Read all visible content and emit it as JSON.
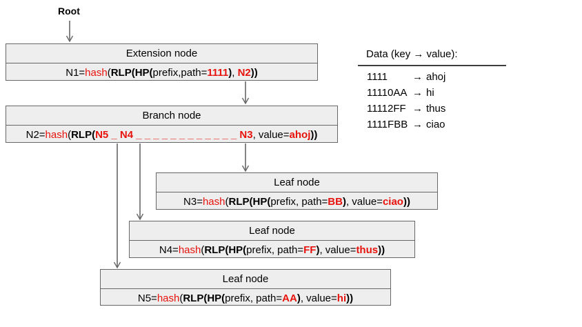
{
  "colors": {
    "red": "#e8120c",
    "box_fill": "#eeeeee",
    "box_border": "#666666",
    "arrow": "#666666"
  },
  "root_label": "Root",
  "nodes": {
    "extension": {
      "title": "Extension node",
      "formula": [
        {
          "t": "N1="
        },
        {
          "t": "hash",
          "red": true
        },
        {
          "t": "("
        },
        {
          "t": "RLP(HP(",
          "bold": true
        },
        {
          "t": "prefix,path="
        },
        {
          "t": "1111",
          "red": true,
          "bold": true
        },
        {
          "t": ")",
          "bold": true
        },
        {
          "t": ", "
        },
        {
          "t": "N2",
          "red": true,
          "bold": true
        },
        {
          "t": "))",
          "bold": true
        }
      ]
    },
    "branch": {
      "title": "Branch node",
      "formula": [
        {
          "t": "N2="
        },
        {
          "t": "hash",
          "red": true
        },
        {
          "t": "("
        },
        {
          "t": "RLP(",
          "bold": true
        },
        {
          "t": "N5 _ N4 _ _ _ _ _ _ _ _ _ _ _ _ N3",
          "red": true,
          "bold": true
        },
        {
          "t": ", value="
        },
        {
          "t": "ahoj",
          "red": true,
          "bold": true
        },
        {
          "t": "))",
          "bold": true
        }
      ]
    },
    "leaf_n3": {
      "title": "Leaf node",
      "formula": [
        {
          "t": "N3="
        },
        {
          "t": "hash",
          "red": true
        },
        {
          "t": "("
        },
        {
          "t": "RLP(HP(",
          "bold": true
        },
        {
          "t": "prefix, path="
        },
        {
          "t": "BB",
          "red": true,
          "bold": true
        },
        {
          "t": ")",
          "bold": true
        },
        {
          "t": ", value="
        },
        {
          "t": "ciao",
          "red": true,
          "bold": true
        },
        {
          "t": "))",
          "bold": true
        }
      ]
    },
    "leaf_n4": {
      "title": "Leaf node",
      "formula": [
        {
          "t": "N4="
        },
        {
          "t": "hash",
          "red": true
        },
        {
          "t": "("
        },
        {
          "t": "RLP(HP(",
          "bold": true
        },
        {
          "t": "prefix, path="
        },
        {
          "t": "FF",
          "red": true,
          "bold": true
        },
        {
          "t": ")",
          "bold": true
        },
        {
          "t": ", value="
        },
        {
          "t": "thus",
          "red": true,
          "bold": true
        },
        {
          "t": "))",
          "bold": true
        }
      ]
    },
    "leaf_n5": {
      "title": "Leaf node",
      "formula": [
        {
          "t": "N5="
        },
        {
          "t": "hash",
          "red": true
        },
        {
          "t": "("
        },
        {
          "t": "RLP(HP(",
          "bold": true
        },
        {
          "t": "prefix, path="
        },
        {
          "t": "AA",
          "red": true,
          "bold": true
        },
        {
          "t": ")",
          "bold": true
        },
        {
          "t": ", value="
        },
        {
          "t": "hi",
          "red": true,
          "bold": true
        },
        {
          "t": "))",
          "bold": true
        }
      ]
    }
  },
  "legend": {
    "title": "Data (key → value):",
    "arrow": "→",
    "rows": [
      {
        "key": "1111",
        "value": "ahoj"
      },
      {
        "key": "11110AA",
        "value": "hi"
      },
      {
        "key": "11112FF",
        "value": "thus"
      },
      {
        "key": "1111FBB",
        "value": "ciao"
      }
    ]
  }
}
